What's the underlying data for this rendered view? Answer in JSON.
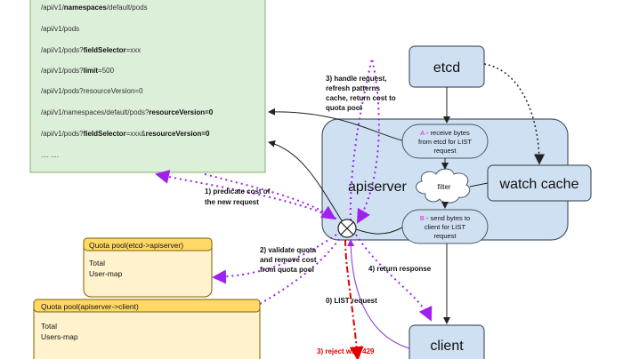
{
  "requests_panel": {
    "lines": [
      [
        {
          "t": "/api/v1/",
          "b": false
        },
        {
          "t": "namespaces",
          "b": true
        },
        {
          "t": "/default/pods",
          "b": false
        }
      ],
      [
        {
          "t": "/api/v1/pods",
          "b": false
        }
      ],
      [
        {
          "t": "/api/v1/pods?",
          "b": false
        },
        {
          "t": "fieldSelector",
          "b": true
        },
        {
          "t": "=xxx",
          "b": false
        }
      ],
      [
        {
          "t": "/api/v1/pods?",
          "b": false
        },
        {
          "t": "limit",
          "b": true
        },
        {
          "t": "=500",
          "b": false
        }
      ],
      [
        {
          "t": "/api/v1/pods?resourceVersion=0",
          "b": false
        }
      ],
      [
        {
          "t": "/api/v1/namespaces/default/pods?",
          "b": false
        },
        {
          "t": "resourceVersion=0",
          "b": true
        }
      ],
      [
        {
          "t": "/api/v1/pods?",
          "b": false
        },
        {
          "t": "fieldSelector",
          "b": true
        },
        {
          "t": "=xxx&",
          "b": false
        },
        {
          "t": "resourceVersion=0",
          "b": true
        }
      ],
      [
        {
          "t": ".... ....",
          "b": false
        }
      ]
    ]
  },
  "nodes": {
    "etcd": "etcd",
    "apiserver": "apiserver",
    "watch_cache": "watch cache",
    "filter": "filter",
    "client": "client",
    "step_a": {
      "prefix": "A",
      "line1": " - receive bytes",
      "line2": "from etcd for LIST",
      "line3": "request"
    },
    "step_b": {
      "prefix": "B",
      "line1": " - send bytes to",
      "line2": "client for LIST",
      "line3": "request"
    }
  },
  "quota_pools": [
    {
      "title": "Quota pool(etcd->apiserver)",
      "line1": "Total",
      "line2": "User-map"
    },
    {
      "title": "Quota pool(apiserver->client)",
      "line1": "Total",
      "line2": "Users-map"
    }
  ],
  "annotations": {
    "handle_request": [
      "3) handle request,",
      "refresh patterns",
      "cache, return cost to",
      "quota pool"
    ],
    "predicate": [
      "1) predicate cost of",
      "the new request"
    ],
    "validate": [
      "2) validate quota",
      "and remove cost",
      "from quota pool"
    ],
    "return_response": "4) return response",
    "list_request": "0) LIST request",
    "reject": "3) reject with 429"
  },
  "colors": {
    "panel_fill": "#dcefd8",
    "panel_stroke": "#82b366",
    "node_fill": "#cfe0f2",
    "node_stroke": "#4a5a6a",
    "quota_fill": "#fff2cc",
    "quota_title_fill": "#ffd966",
    "quota_stroke": "#7f6000",
    "dotted_purple": "#a020f0",
    "solid_purple": "#8a2be2",
    "reject_red": "#e00000",
    "accent_magenta": "#e020e0"
  }
}
